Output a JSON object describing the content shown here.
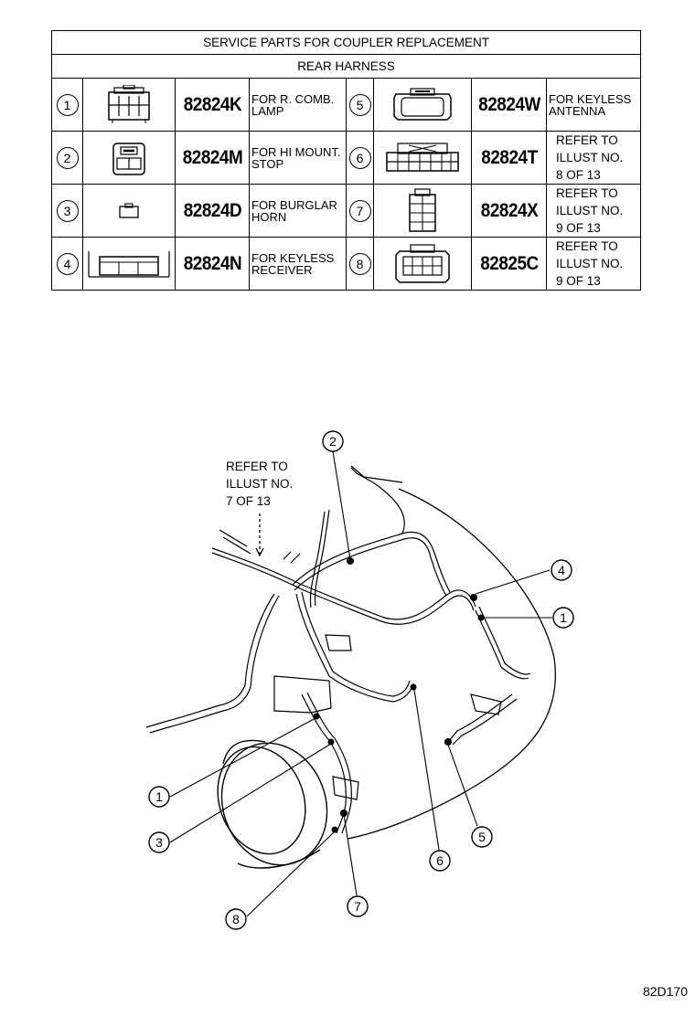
{
  "table": {
    "title": "SERVICE PARTS FOR COUPLER REPLACEMENT",
    "subtitle": "REAR HARNESS",
    "rows": [
      {
        "left": {
          "num": "1",
          "icon": "coupler-connector-icon",
          "part": "82824K",
          "desc": [
            "FOR R. COMB.",
            "LAMP"
          ]
        },
        "right": {
          "num": "5",
          "icon": "coupler-connector-icon",
          "part": "82824W",
          "desc": [
            "FOR KEYLESS",
            "ANTENNA"
          ]
        }
      },
      {
        "left": {
          "num": "2",
          "icon": "coupler-connector-icon",
          "part": "82824M",
          "desc": [
            "FOR HI MOUNT.",
            "STOP"
          ]
        },
        "right": {
          "num": "6",
          "icon": "coupler-connector-icon",
          "part": "82824T",
          "ref": [
            "REFER TO",
            "ILLUST NO.",
            "8 OF 13"
          ]
        }
      },
      {
        "left": {
          "num": "3",
          "icon": "coupler-connector-icon",
          "part": "82824D",
          "desc": [
            "FOR BURGLAR",
            "HORN"
          ]
        },
        "right": {
          "num": "7",
          "icon": "coupler-connector-icon",
          "part": "82824X",
          "ref": [
            "REFER TO",
            "ILLUST NO.",
            "9 OF 13"
          ]
        }
      },
      {
        "left": {
          "num": "4",
          "icon": "coupler-connector-icon",
          "part": "82824N",
          "desc": [
            "FOR KEYLESS",
            "RECEIVER"
          ]
        },
        "right": {
          "num": "8",
          "icon": "coupler-connector-icon",
          "part": "82825C",
          "ref": [
            "REFER TO",
            "ILLUST NO.",
            "9 OF 13"
          ]
        }
      }
    ]
  },
  "diagram": {
    "refer_note": [
      "REFER TO",
      "ILLUST NO.",
      "7 OF 13"
    ],
    "callouts": [
      "1",
      "2",
      "3",
      "4",
      "1",
      "5",
      "6",
      "7",
      "8"
    ]
  },
  "footer": {
    "code": "82D170"
  }
}
